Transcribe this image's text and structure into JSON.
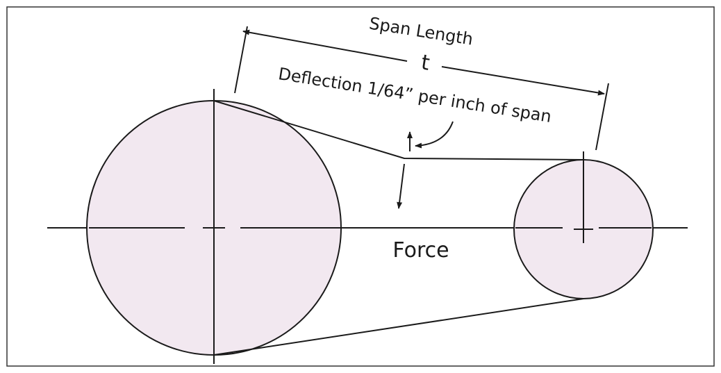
{
  "diagram": {
    "span_label": "Span Length",
    "span_symbol": "t",
    "deflection_label": "Deflection 1/64” per inch of span",
    "force_label": "Force"
  },
  "colors": {
    "pulley_fill": "#f2e8f0",
    "line": "#1a1a1a",
    "frame": "#333333"
  }
}
